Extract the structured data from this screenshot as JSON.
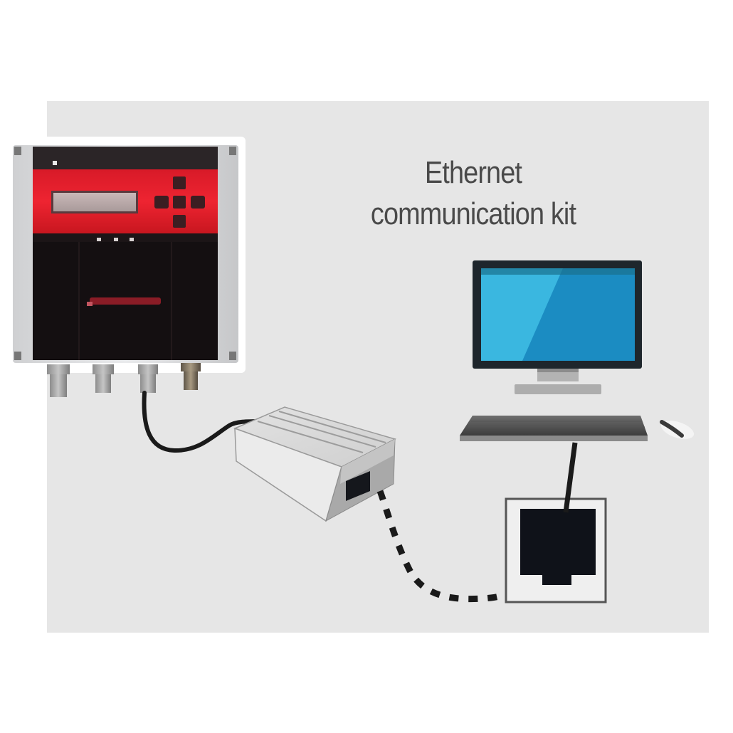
{
  "title": {
    "line1": "Ethernet",
    "line2": "communication kit"
  },
  "colors": {
    "background": "#ffffff",
    "panel": "#e6e6e6",
    "title_text": "#4a4a4a",
    "device_red": "#e8202e",
    "device_black": "#1a1214",
    "screen_blue_light": "#3bb8df",
    "screen_blue_dark": "#1a8fc4",
    "cable": "#1a1a1a"
  },
  "components": [
    {
      "id": "controller",
      "label": "Controller unit (wall-mount, red/black)"
    },
    {
      "id": "adapter",
      "label": "Ethernet adapter box"
    },
    {
      "id": "wall-socket",
      "label": "RJ45 wall socket"
    },
    {
      "id": "computer",
      "label": "Desktop computer with keyboard and mouse"
    }
  ]
}
